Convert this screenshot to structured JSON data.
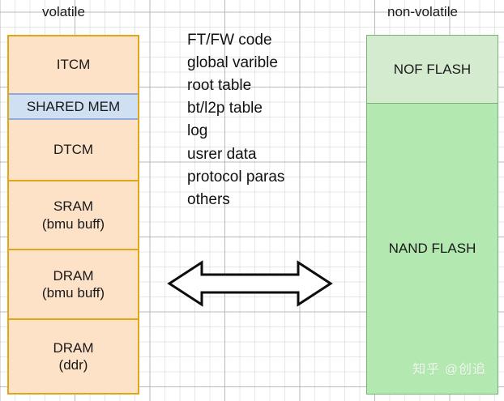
{
  "headers": {
    "left": "volatile",
    "right": "non-volatile"
  },
  "volatile": {
    "rows": [
      {
        "label": "ITCM",
        "sub": "",
        "fill": "#fde2c8",
        "border": "#dfa616"
      },
      {
        "label": "SHARED MEM",
        "sub": "",
        "fill": "#cfe0f3",
        "border": "#8faadc"
      },
      {
        "label": "DTCM",
        "sub": "",
        "fill": "#fde2c8",
        "border": "#dfa616"
      },
      {
        "label": "SRAM",
        "sub": "(bmu buff)",
        "fill": "#fde2c8",
        "border": "#dfa616"
      },
      {
        "label": "DRAM",
        "sub": "(bmu buff)",
        "fill": "#fde2c8",
        "border": "#dfa616"
      },
      {
        "label": "DRAM",
        "sub": "(ddr)",
        "fill": "#fde2c8",
        "border": "#dfa616"
      }
    ]
  },
  "nonvolatile": {
    "rows": [
      {
        "label": "NOF FLASH",
        "fill": "#d4ebd0",
        "border": "#76b375"
      },
      {
        "label": "NAND FLASH",
        "fill": "#b3e8b0",
        "border": "#76b375"
      }
    ]
  },
  "center_list": [
    "FT/FW code",
    "global varible",
    "root table",
    "bt/l2p table",
    "log",
    "usrer data",
    "protocol paras",
    "others"
  ],
  "arrow": {
    "name": "double-headed-arrow",
    "direction": "bidirectional",
    "stroke": "#000000",
    "fill": "#ffffff"
  },
  "watermark": {
    "text": "知乎 @创追"
  },
  "canvas": {
    "background": "#ffffff",
    "grid_minor": "#dcdcdc",
    "grid_major": "#bdbdbd"
  }
}
